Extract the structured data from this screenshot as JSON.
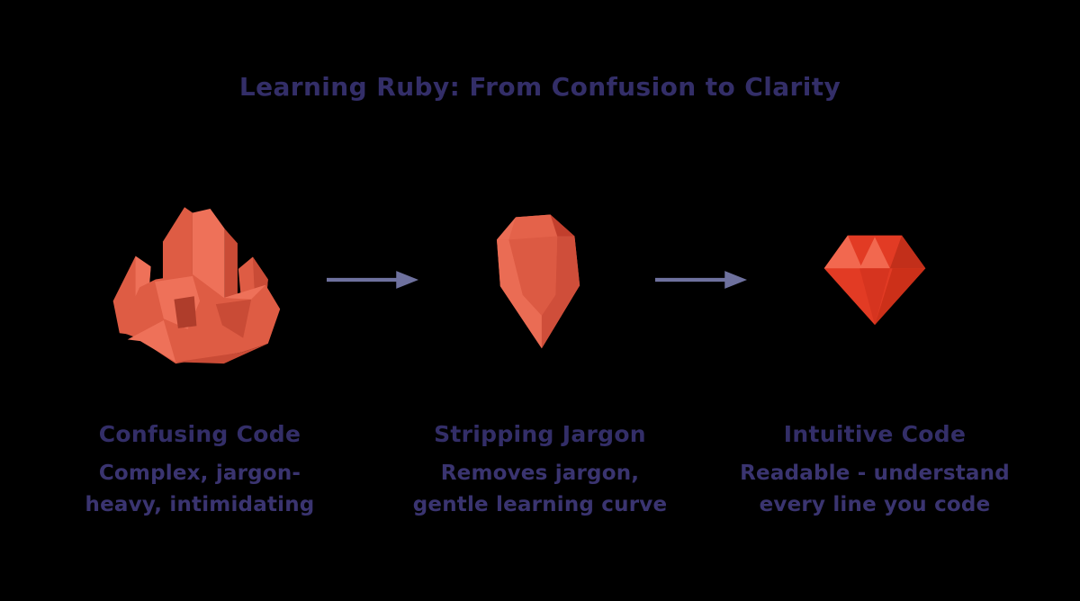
{
  "title": "Learning Ruby: From Confusion to Clarity",
  "stages": [
    {
      "icon": "rough-crystal-icon",
      "heading": "Confusing Code",
      "line1": "Complex, jargon-",
      "line2": "heavy, intimidating"
    },
    {
      "icon": "faceted-gem-icon",
      "heading": "Stripping Jargon",
      "line1": "Removes jargon,",
      "line2": "gentle learning curve"
    },
    {
      "icon": "polished-ruby-icon",
      "heading": "Intuitive Code",
      "line1": "Readable - understand",
      "line2": "every line you code"
    }
  ],
  "arrows": [
    {
      "icon": "arrow-right-icon"
    },
    {
      "icon": "arrow-right-icon"
    }
  ],
  "colors": {
    "background": "#000000",
    "ink": "#332E68",
    "ink-body": "#3A3470",
    "arrow": "#6E719E",
    "crystal-light": "#EE7159",
    "crystal-mid": "#DE5C44",
    "crystal-dark": "#C94B36",
    "crystal-deep": "#AF3D2B",
    "gem-light": "#EA6C54",
    "gem-mid": "#DC5A43",
    "gem-top": "#E4624A",
    "gem-darkest": "#C23F2D",
    "gem-side": "#CF4E3A",
    "ruby-base": "#E23B24",
    "ruby-light": "#F2684F",
    "ruby-dark": "#C22F1A",
    "ruby-dark2": "#CC3019",
    "ruby-mid": "#D6341F"
  }
}
